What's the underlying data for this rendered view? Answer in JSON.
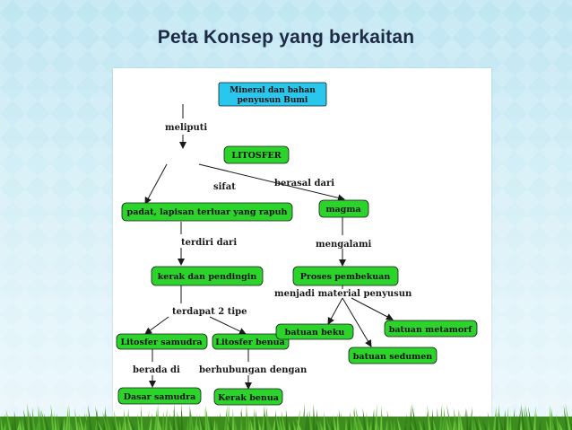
{
  "slide": {
    "title": "Peta Konsep yang berkaitan"
  },
  "colors": {
    "node_green": "#2bd32b",
    "root_blue": "#29c7ee",
    "edge": "#1a1a1a",
    "title": "#1f2a44"
  },
  "map": {
    "root": "Mineral dan bahan penyusun Bumi",
    "root_line1": "Mineral dan bahan",
    "root_line2": "penyusun Bumi",
    "nodes": {
      "litosfer": "LITOSFER",
      "padat": "padat, lapisan terluar yang rapuh",
      "magma": "magma",
      "kerak_pendingin": "kerak dan pendingin",
      "proses": "Proses pembekuan",
      "lit_samudra": "Litosfer samudra",
      "lit_benua": "Litosfer benua",
      "dasar_samudra": "Dasar samudra",
      "kerak_benua": "Kerak benua",
      "batuan_beku": "batuan beku",
      "batuan_metamorf": "batuan metamorf",
      "batuan_sedumen": "batuan sedumen"
    },
    "links": {
      "meliputi": "meliputi",
      "sifat": "sifat",
      "berasal_dari": "berasal dari",
      "terdiri_dari": "terdiri dari",
      "mengalami": "mengalami",
      "terdapat": "terdapat 2 tipe",
      "menjadi": "menjadi material penyusun",
      "berada_di": "berada di",
      "berhubungan": "berhubungan dengan"
    }
  }
}
